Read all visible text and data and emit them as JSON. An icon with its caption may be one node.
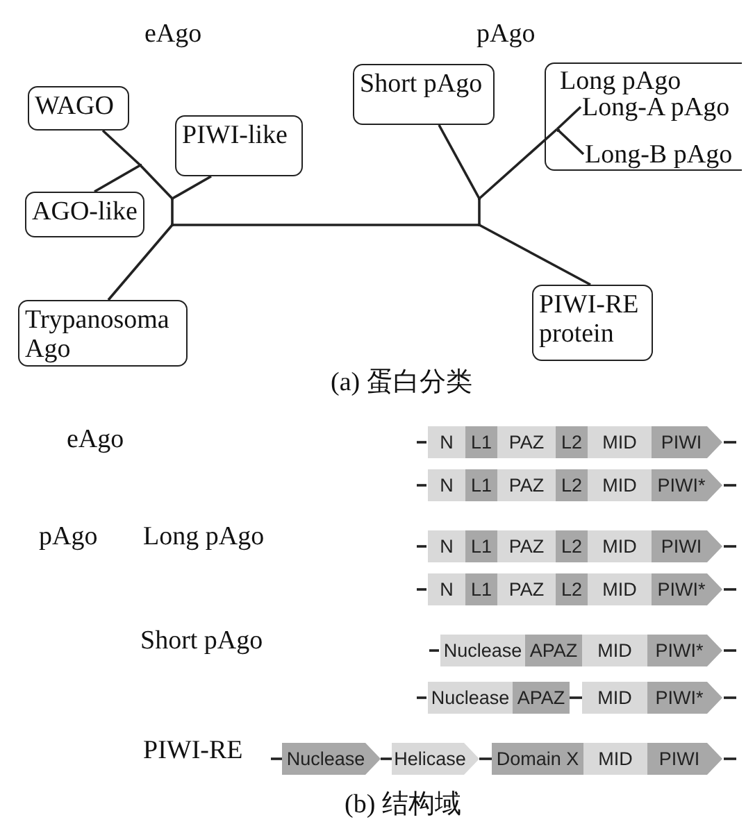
{
  "diagram": {
    "nodes": [
      {
        "text": [
          "WAGO"
        ]
      },
      {
        "text": [
          "Short pAgo"
        ]
      },
      {
        "text": [
          "Long pAgo"
        ]
      },
      {
        "text": [
          "Long-A pAgo"
        ],
        "in": 2
      },
      {
        "text": [
          "Long-B pAgo"
        ],
        "in": 2
      },
      {
        "text": [
          "PIWI-like"
        ]
      },
      {
        "text": [
          "AGO-like"
        ]
      },
      {
        "text": [
          "Trypanosoma Ago"
        ]
      },
      {
        "text": [
          "PIWI-RE protein"
        ]
      },
      {
        "text": [],
        "shape": "point"
      },
      {
        "text": [],
        "shape": "point"
      },
      {
        "text": [],
        "shape": "point"
      },
      {
        "text": [],
        "shape": "point"
      },
      {
        "text": [],
        "shape": "point"
      },
      {
        "text": [],
        "shape": "point",
        "in": 2
      },
      {
        "text": [
          "N"
        ]
      },
      {
        "text": [
          "L1"
        ]
      },
      {
        "text": [
          "PAZ"
        ]
      },
      {
        "text": [
          "L2"
        ]
      },
      {
        "text": [
          "MID"
        ]
      },
      {
        "text": [
          "PIWI"
        ]
      },
      {
        "text": [
          "N"
        ]
      },
      {
        "text": [
          "L1"
        ]
      },
      {
        "text": [
          "PAZ"
        ]
      },
      {
        "text": [
          "L2"
        ]
      },
      {
        "text": [
          "MID"
        ]
      },
      {
        "text": [
          "PIWI*"
        ]
      },
      {
        "text": [
          "N"
        ]
      },
      {
        "text": [
          "L1"
        ]
      },
      {
        "text": [
          "PAZ"
        ]
      },
      {
        "text": [
          "L2"
        ]
      },
      {
        "text": [
          "MID"
        ]
      },
      {
        "text": [
          "PIWI"
        ]
      },
      {
        "text": [
          "N"
        ]
      },
      {
        "text": [
          "L1"
        ]
      },
      {
        "text": [
          "PAZ"
        ]
      },
      {
        "text": [
          "L2"
        ]
      },
      {
        "text": [
          "MID"
        ]
      },
      {
        "text": [
          "PIWI*"
        ]
      },
      {
        "text": [
          "Nuclease"
        ]
      },
      {
        "text": [
          "APAZ"
        ]
      },
      {
        "text": [
          "MID"
        ]
      },
      {
        "text": [
          "PIWI*"
        ]
      },
      {
        "text": [
          "Nuclease"
        ]
      },
      {
        "text": [
          "APAZ"
        ]
      },
      {
        "text": [
          "MID"
        ]
      },
      {
        "text": [
          "PIWI*"
        ]
      },
      {
        "text": [
          "Nuclease"
        ]
      },
      {
        "text": [
          "Helicase"
        ]
      },
      {
        "text": [
          "Domain X"
        ]
      },
      {
        "text": [
          "MID"
        ]
      },
      {
        "text": [
          "PIWI"
        ]
      }
    ],
    "edges": [
      {
        "from": 0,
        "to": 9,
        "arrow": "none"
      },
      {
        "from": 6,
        "to": 9,
        "arrow": "none"
      },
      {
        "from": 9,
        "to": 10,
        "arrow": "none"
      },
      {
        "from": 5,
        "to": 10,
        "arrow": "none"
      },
      {
        "from": 10,
        "to": 11,
        "arrow": "none"
      },
      {
        "from": 7,
        "to": 11,
        "arrow": "none"
      },
      {
        "from": 11,
        "to": 13,
        "arrow": "none"
      },
      {
        "from": 12,
        "to": 13,
        "arrow": "none"
      },
      {
        "from": 1,
        "to": 12,
        "arrow": "none"
      },
      {
        "from": 12,
        "to": 14,
        "arrow": "none"
      },
      {
        "from": 14,
        "to": 3,
        "arrow": "none"
      },
      {
        "from": 14,
        "to": 4,
        "arrow": "none"
      },
      {
        "from": 13,
        "to": 8,
        "arrow": "none"
      },
      {
        "from": 44,
        "to": 45,
        "arrow": "none"
      },
      {
        "from": 47,
        "to": 48,
        "arrow": "none"
      },
      {
        "from": 48,
        "to": 49,
        "arrow": "none"
      }
    ],
    "labels": [
      "eAgo",
      "pAgo",
      "(a) 蛋白分类",
      "eAgo",
      "pAgo",
      "Long pAgo",
      "Short pAgo",
      "PIWI-RE",
      "(b) 结构域"
    ]
  }
}
